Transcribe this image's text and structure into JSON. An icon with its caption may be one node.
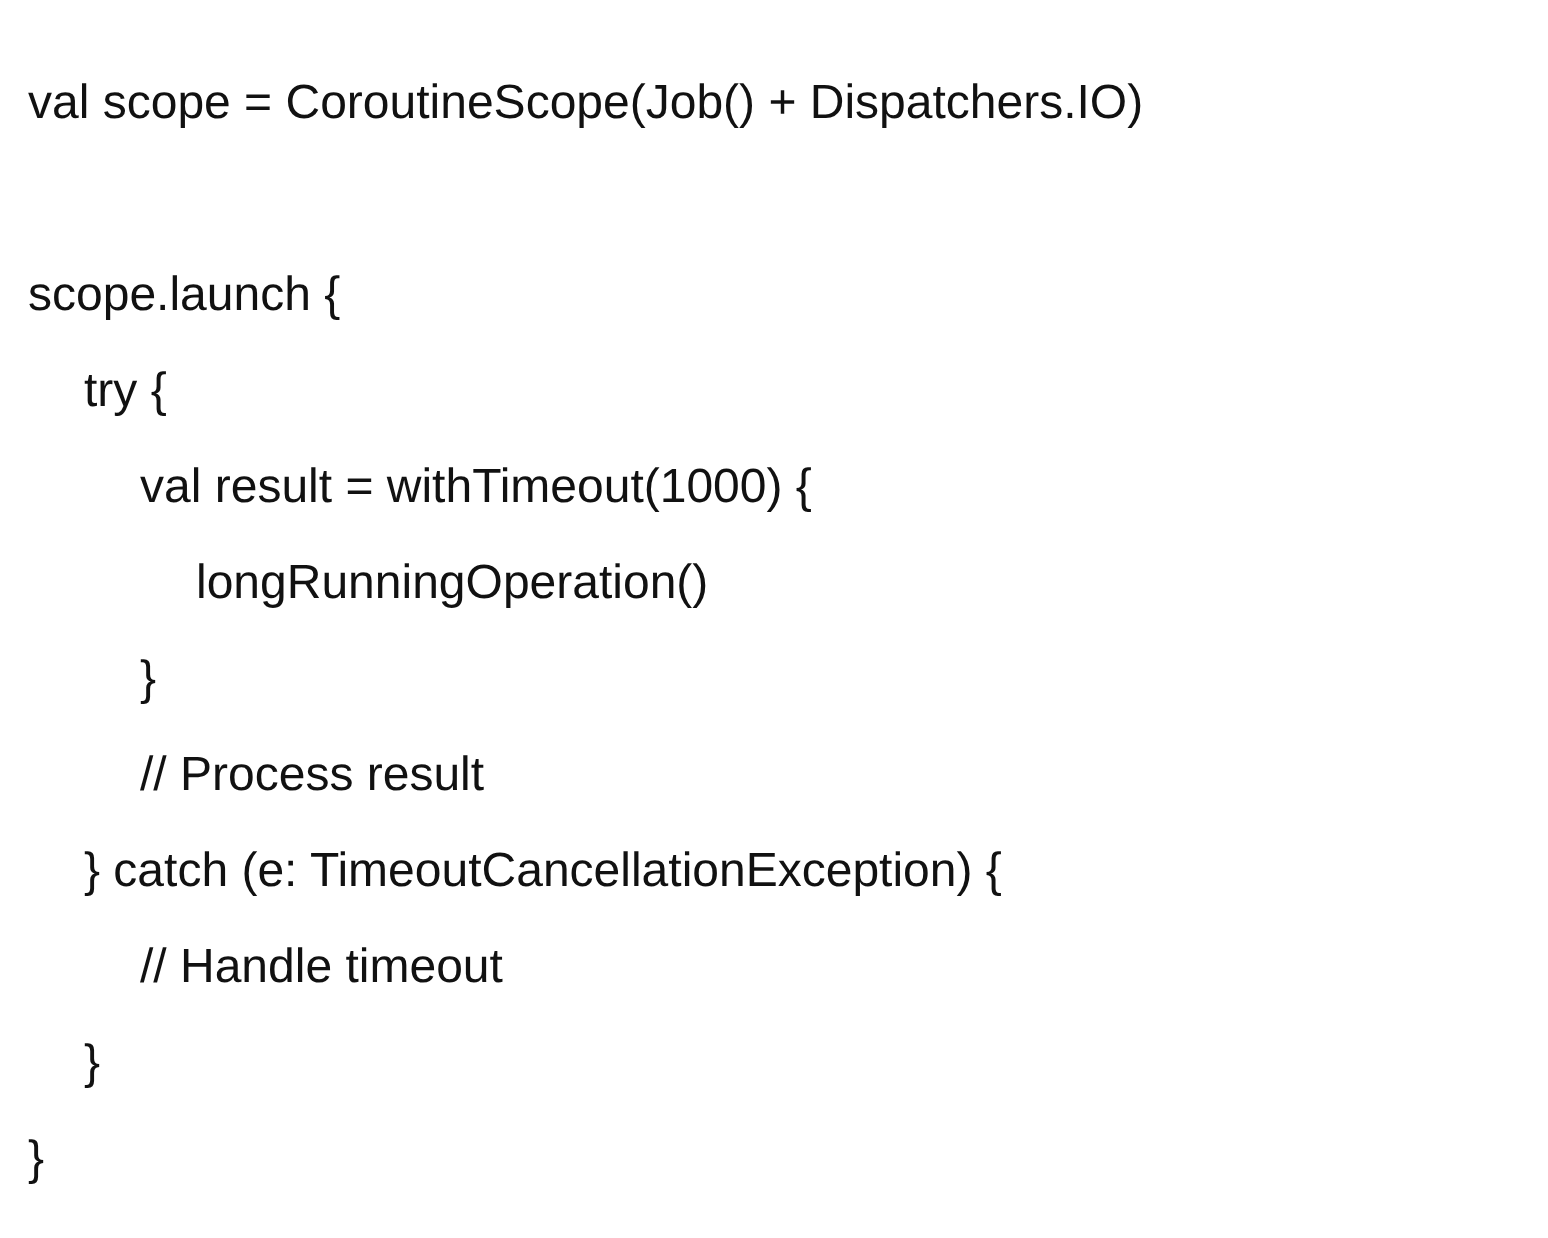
{
  "diagram": {
    "labels": [
      "val scope = CoroutineScope(Job() + Dispatchers.IO)",
      "scope.launch {",
      "try {",
      "val result = withTimeout(1000) {",
      "longRunningOperation()",
      "}",
      "// Process result",
      "} catch (e: TimeoutCancellationException) {",
      "// Handle timeout",
      "}",
      "}"
    ]
  }
}
